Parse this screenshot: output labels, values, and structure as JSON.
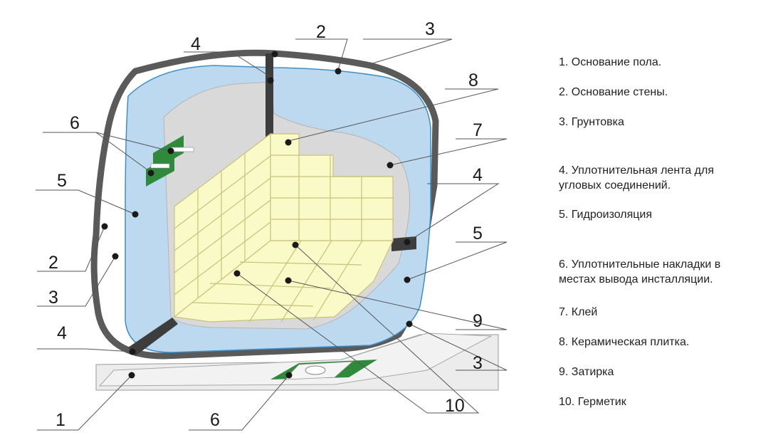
{
  "legend": [
    "1. Основание пола.",
    "2. Основание стены.",
    "3. Грунтовка",
    "4. Уплотнительная лента для угловых соединений.",
    "5. Гидроизоляция",
    "6. Уплотнительные накладки в местах вывода инсталляции.",
    "7. Клей",
    "8. Керамическая плитка.",
    "9. Затирка",
    "10. Герметик"
  ],
  "legend_lines": {
    "item4": [
      "4. Уплотнительная лента для",
      "угловых соединений."
    ],
    "item6": [
      "6. Уплотнительные накладки в",
      "местах вывода инсталляции."
    ]
  },
  "callouts": [
    "1",
    "2",
    "3",
    "4",
    "5",
    "6",
    "7",
    "8",
    "9",
    "10"
  ],
  "colors": {
    "waterproofing": "#bcd9ef",
    "adhesive": "#d9d9d9",
    "tile": "#fafac8",
    "grout": "#c9c27a",
    "tape": "#3d3d3d",
    "primer": "#5a5a5a",
    "sealing_pad": "#2f8a3c",
    "floor_base": "#ececec",
    "leader": "#555555"
  }
}
